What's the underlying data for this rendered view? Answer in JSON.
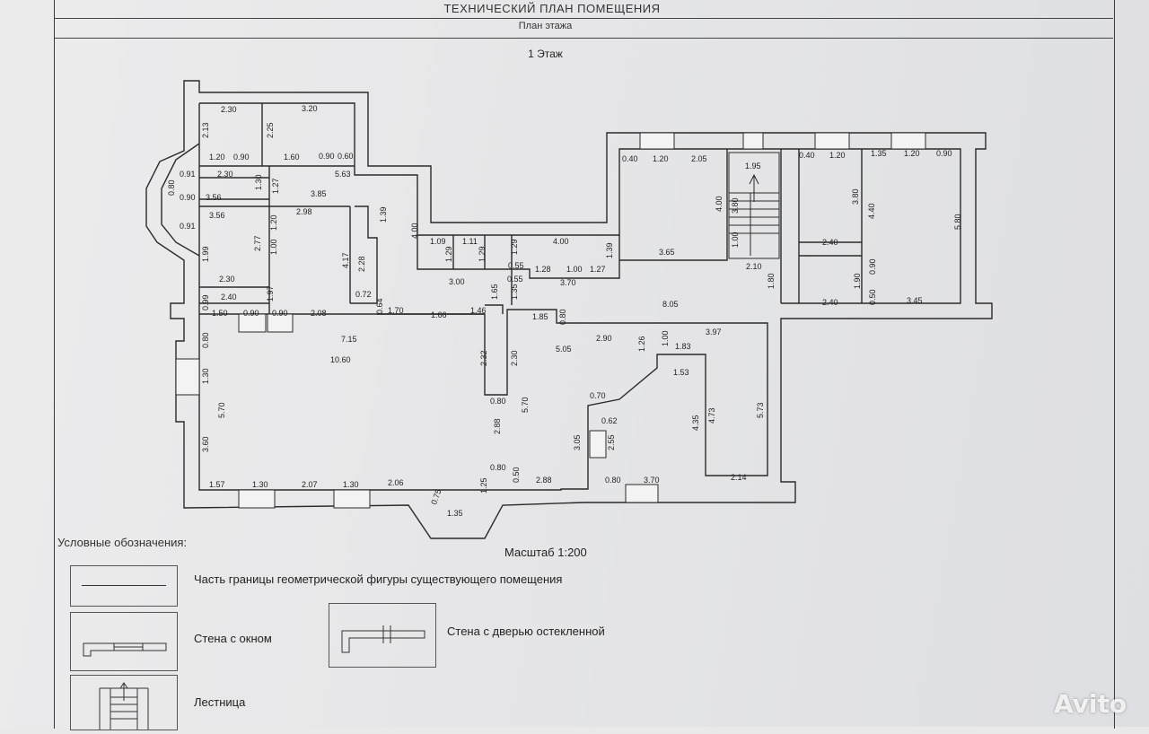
{
  "header": {
    "title": "ТЕХНИЧЕСКИЙ ПЛАН ПОМЕЩЕНИЯ",
    "subtitle": "План этажа",
    "floor_label": "1 Этаж"
  },
  "dimensions": {
    "d1": "2.30",
    "d2": "3.20",
    "d3": "2.13",
    "d4": "2.25",
    "d5": "1.20",
    "d6": "0.90",
    "d7": "1.60",
    "d8": "0.90",
    "d9": "0.60",
    "d10": "0.91",
    "d11": "2.30",
    "d12": "5.63",
    "d13": "0.80",
    "d14": "1.30",
    "d15": "1.27",
    "d16": "0.90",
    "d17": "3.56",
    "d18": "3.85",
    "d19": "3.56",
    "d20": "2.98",
    "d21": "1.39",
    "d22": "0.91",
    "d23": "2.77",
    "d24": "1.20",
    "d25": "1.00",
    "d26": "4.00",
    "d27": "1.99",
    "d28": "2.28",
    "d29": "4.17",
    "d30": "1.09",
    "d31": "1.11",
    "d32": "1.29",
    "d33": "4.00",
    "d34": "1.29",
    "d35": "1.29",
    "d36": "1.39",
    "d37": "2.30",
    "d38": "0.55",
    "d39": "1.28",
    "d40": "1.00",
    "d41": "1.27",
    "d42": "2.40",
    "d43": "0.99",
    "d44": "1.97",
    "d45": "0.72",
    "d46": "3.00",
    "d47": "0.55",
    "d48": "3.70",
    "d49": "1.65",
    "d50": "1.35",
    "d51": "0.64",
    "d52": "1.50",
    "d53": "0.90",
    "d54": "0.90",
    "d55": "2.08",
    "d56": "1.70",
    "d57": "1.66",
    "d58": "1.46",
    "d59": "1.85",
    "d60": "0.80",
    "d61": "0.80",
    "d62": "7.15",
    "d63": "10.60",
    "d64": "2.32",
    "d65": "2.30",
    "d66": "5.05",
    "d67": "1.30",
    "d68": "0.80",
    "d69": "5.70",
    "d70": "5.70",
    "d71": "3.60",
    "d72": "2.88",
    "d73": "0.80",
    "d74": "1.57",
    "d75": "1.30",
    "d76": "2.07",
    "d77": "1.30",
    "d78": "2.06",
    "d79": "0.75",
    "d80": "1.35",
    "d81": "1.25",
    "d82": "0.50",
    "d83": "2.88",
    "d84": "0.40",
    "d85": "1.20",
    "d86": "2.05",
    "d87": "1.95",
    "d88": "0.40",
    "d89": "1.20",
    "d90": "1.35",
    "d91": "1.20",
    "d92": "0.90",
    "d93": "4.00",
    "d94": "3.80",
    "d95": "3.80",
    "d96": "4.40",
    "d97": "5.80",
    "d98": "1.00",
    "d99": "3.65",
    "d100": "2.40",
    "d101": "2.10",
    "d102": "0.90",
    "d103": "1.80",
    "d104": "1.90",
    "d105": "8.05",
    "d106": "2.40",
    "d107": "0.50",
    "d108": "3.45",
    "d109": "2.90",
    "d110": "1.26",
    "d111": "1.00",
    "d112": "3.97",
    "d113": "1.83",
    "d114": "1.53",
    "d115": "0.70",
    "d116": "0.62",
    "d117": "4.35",
    "d118": "4.73",
    "d119": "5.73",
    "d120": "3.05",
    "d121": "2.55",
    "d122": "0.80",
    "d123": "3.70",
    "d124": "2.14"
  },
  "scale_label": "Масштаб 1:200",
  "legend": {
    "title": "Условные обозначения:",
    "items": {
      "boundary": "Часть границы геометрической фигуры существующего помещения",
      "window_wall": "Стена с окном",
      "glass_door_wall": "Стена с дверью остекленной",
      "stairs": "Лестница"
    }
  },
  "watermark": "Avito"
}
